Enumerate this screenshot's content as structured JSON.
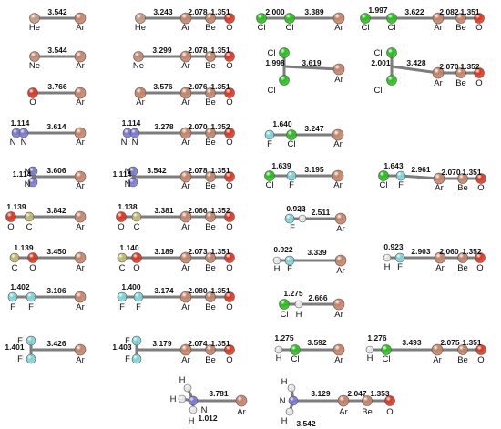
{
  "colors": {
    "He": "#c79a84",
    "Ar": "#c58468",
    "Ne": "#c68a72",
    "Be": "#c58468",
    "O": "#e0361f",
    "Cl": "#28c21b",
    "N": "#7b7ad6",
    "C": "#c2b96e",
    "F": "#7fd4d6",
    "H": "#e6e6e6",
    "bond": "#7d7d7d"
  },
  "molecules": [
    {
      "atoms": [
        {
          "el": "He"
        },
        {
          "el": "Ar"
        }
      ],
      "bonds": [
        "3.542"
      ]
    },
    {
      "atoms": [
        {
          "el": "He"
        },
        {
          "el": "Ar"
        },
        {
          "el": "Be"
        },
        {
          "el": "O"
        }
      ],
      "bonds": [
        "3.243",
        "2.078",
        "1.351"
      ]
    },
    {
      "atoms": [
        {
          "el": "Cl"
        },
        {
          "el": "Cl"
        },
        {
          "el": "Ar"
        }
      ],
      "bonds": [
        "2.000",
        "3.389"
      ]
    },
    {
      "atoms": [
        {
          "el": "Cl"
        },
        {
          "el": "Cl"
        },
        {
          "el": "Ar"
        },
        {
          "el": "Be"
        },
        {
          "el": "O"
        }
      ],
      "bonds": [
        "1.997",
        "3.622",
        "2.082",
        "1.351"
      ]
    },
    {
      "atoms": [
        {
          "el": "Ne"
        },
        {
          "el": "Ar"
        }
      ],
      "bonds": [
        "3.544"
      ]
    },
    {
      "atoms": [
        {
          "el": "Ne"
        },
        {
          "el": "Ar"
        },
        {
          "el": "Be"
        },
        {
          "el": "O"
        }
      ],
      "bonds": [
        "3.299",
        "2.078",
        "1.351"
      ]
    },
    {
      "atoms": [
        {
          "el": "Cl"
        },
        {
          "el": "Cl"
        },
        {
          "el": "Ar"
        }
      ],
      "bonds": [
        "1.998",
        "3.619"
      ]
    },
    {
      "atoms": [
        {
          "el": "Cl"
        },
        {
          "el": "Cl"
        },
        {
          "el": "Ar"
        },
        {
          "el": "Be"
        },
        {
          "el": "O"
        }
      ],
      "bonds": [
        "2.001",
        "3.428",
        "2.070",
        "1.352"
      ]
    },
    {
      "atoms": [
        {
          "el": "O"
        },
        {
          "el": "Ar"
        }
      ],
      "bonds": [
        "3.766"
      ]
    },
    {
      "atoms": [
        {
          "el": "Ar"
        },
        {
          "el": "Ar"
        },
        {
          "el": "Be"
        },
        {
          "el": "O"
        }
      ],
      "bonds": [
        "3.576",
        "2.076",
        "1.351"
      ]
    },
    {
      "atoms": [
        {
          "el": "N"
        },
        {
          "el": "N"
        },
        {
          "el": "Ar"
        }
      ],
      "bonds": [
        "1.114",
        "3.614"
      ]
    },
    {
      "atoms": [
        {
          "el": "N"
        },
        {
          "el": "N"
        },
        {
          "el": "Ar"
        },
        {
          "el": "Be"
        },
        {
          "el": "O"
        }
      ],
      "bonds": [
        "1.114",
        "3.278",
        "2.070",
        "1.352"
      ]
    },
    {
      "atoms": [
        {
          "el": "F"
        },
        {
          "el": "Cl"
        },
        {
          "el": "Ar"
        }
      ],
      "bonds": [
        "1.640",
        "3.247"
      ]
    },
    {
      "atoms": [
        {
          "el": "N"
        },
        {
          "el": "N"
        },
        {
          "el": "Ar"
        }
      ],
      "bonds": [
        "1.114",
        "3.606"
      ]
    },
    {
      "atoms": [
        {
          "el": "N"
        },
        {
          "el": "N"
        },
        {
          "el": "Ar"
        },
        {
          "el": "Be"
        },
        {
          "el": "O"
        }
      ],
      "bonds": [
        "1.114",
        "3.542",
        "2.078",
        "1.351"
      ]
    },
    {
      "atoms": [
        {
          "el": "Cl"
        },
        {
          "el": "F"
        },
        {
          "el": "Ar"
        }
      ],
      "bonds": [
        "1.639",
        "3.195"
      ]
    },
    {
      "atoms": [
        {
          "el": "Cl"
        },
        {
          "el": "F"
        },
        {
          "el": "Ar"
        },
        {
          "el": "Be"
        },
        {
          "el": "O"
        }
      ],
      "bonds": [
        "1.643",
        "2.961",
        "2.070",
        "1.351"
      ]
    },
    {
      "atoms": [
        {
          "el": "O"
        },
        {
          "el": "C"
        },
        {
          "el": "Ar"
        }
      ],
      "bonds": [
        "1.139",
        "3.842"
      ]
    },
    {
      "atoms": [
        {
          "el": "O"
        },
        {
          "el": "C"
        },
        {
          "el": "Ar"
        },
        {
          "el": "Be"
        },
        {
          "el": "O"
        }
      ],
      "bonds": [
        "1.138",
        "3.381",
        "2.066",
        "1.352"
      ]
    },
    {
      "atoms": [
        {
          "el": "F"
        },
        {
          "el": "H"
        },
        {
          "el": "Ar"
        }
      ],
      "bonds": [
        "0.923",
        "2.511"
      ]
    },
    {
      "atoms": [
        {
          "el": "C"
        },
        {
          "el": "O"
        },
        {
          "el": "Ar"
        }
      ],
      "bonds": [
        "1.139",
        "3.450"
      ]
    },
    {
      "atoms": [
        {
          "el": "C"
        },
        {
          "el": "O"
        },
        {
          "el": "Ar"
        },
        {
          "el": "Be"
        },
        {
          "el": "O"
        }
      ],
      "bonds": [
        "1.140",
        "3.189",
        "2.073",
        "1.351"
      ]
    },
    {
      "atoms": [
        {
          "el": "H"
        },
        {
          "el": "F"
        },
        {
          "el": "Ar"
        }
      ],
      "bonds": [
        "0.922",
        "3.339"
      ]
    },
    {
      "atoms": [
        {
          "el": "H"
        },
        {
          "el": "F"
        },
        {
          "el": "Ar"
        },
        {
          "el": "Be"
        },
        {
          "el": "O"
        }
      ],
      "bonds": [
        "0.923",
        "2.903",
        "2.060",
        "1.352"
      ]
    },
    {
      "atoms": [
        {
          "el": "F"
        },
        {
          "el": "F"
        },
        {
          "el": "Ar"
        }
      ],
      "bonds": [
        "1.402",
        "3.106"
      ]
    },
    {
      "atoms": [
        {
          "el": "F"
        },
        {
          "el": "F"
        },
        {
          "el": "Ar"
        },
        {
          "el": "Be"
        },
        {
          "el": "O"
        }
      ],
      "bonds": [
        "1.400",
        "3.174",
        "2.080",
        "1.351"
      ]
    },
    {
      "atoms": [
        {
          "el": "Cl"
        },
        {
          "el": "H"
        },
        {
          "el": "Ar"
        }
      ],
      "bonds": [
        "1.275",
        "2.666"
      ]
    },
    {
      "atoms": [
        {
          "el": "F"
        },
        {
          "el": "F"
        },
        {
          "el": "Ar"
        }
      ],
      "bonds": [
        "1.401",
        "3.426"
      ]
    },
    {
      "atoms": [
        {
          "el": "F"
        },
        {
          "el": "F"
        },
        {
          "el": "Ar"
        },
        {
          "el": "Be"
        },
        {
          "el": "O"
        }
      ],
      "bonds": [
        "1.403",
        "3.179",
        "2.074",
        "1.351"
      ]
    },
    {
      "atoms": [
        {
          "el": "H"
        },
        {
          "el": "Cl"
        },
        {
          "el": "Ar"
        }
      ],
      "bonds": [
        "1.275",
        "3.592"
      ]
    },
    {
      "atoms": [
        {
          "el": "H"
        },
        {
          "el": "Cl"
        },
        {
          "el": "Ar"
        },
        {
          "el": "Be"
        },
        {
          "el": "O"
        }
      ],
      "bonds": [
        "1.276",
        "3.493",
        "2.075",
        "1.351"
      ]
    },
    {
      "atoms": [
        {
          "el": "H"
        },
        {
          "el": "H"
        },
        {
          "el": "N"
        },
        {
          "el": "H"
        },
        {
          "el": "Ar"
        }
      ],
      "bonds": [
        "1.012",
        "3.781"
      ]
    },
    {
      "atoms": [
        {
          "el": "H"
        },
        {
          "el": "N"
        },
        {
          "el": "H"
        },
        {
          "el": "Ar"
        },
        {
          "el": "Be"
        },
        {
          "el": "O"
        }
      ],
      "bonds": [
        "3.542",
        "3.129",
        "2.047",
        "1.353"
      ]
    }
  ]
}
